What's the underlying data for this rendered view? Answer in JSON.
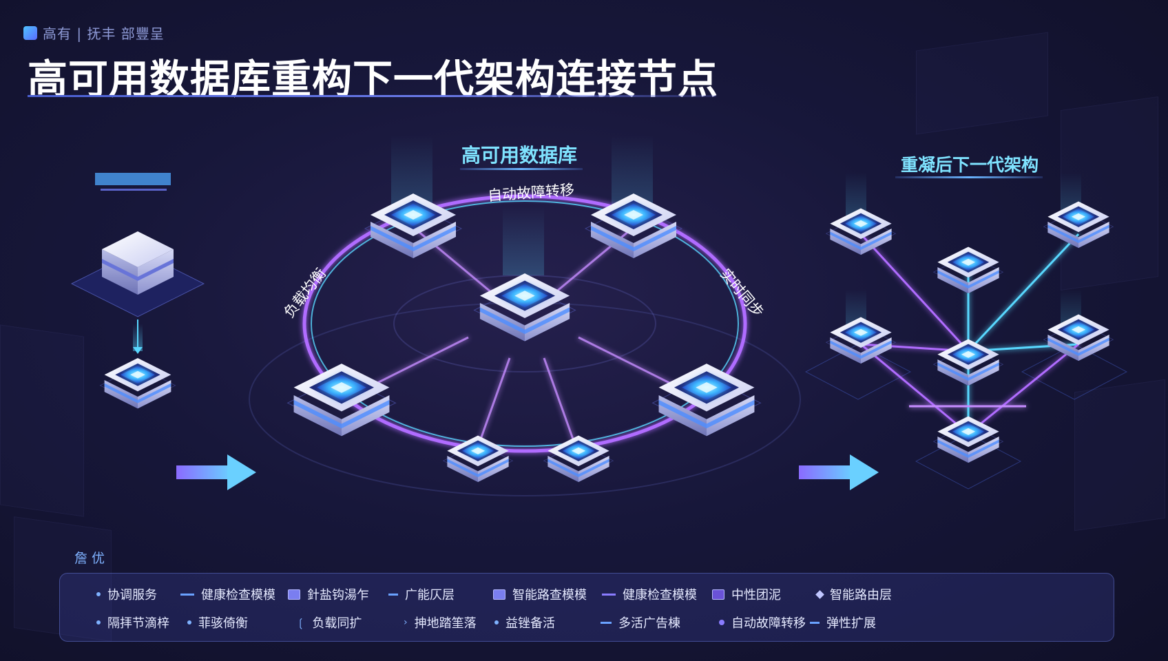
{
  "header": {
    "badge": "高有 | 抚丰  部豐呈",
    "title": "高可用数据库重构下一代架构连接节点"
  },
  "sections": {
    "center_title": "高可用数据库",
    "right_title": "重凝后下一代架构"
  },
  "ring_labels": {
    "top": "自动故障转移",
    "left": "负载均衡",
    "right": "实时同步"
  },
  "legend": {
    "heading": "詹 优",
    "items": [
      {
        "label": "协调服务",
        "marker": "dot"
      },
      {
        "label": "健康检查模模",
        "marker": "dash"
      },
      {
        "label": "針盐钩湯乍",
        "marker": "box"
      },
      {
        "label": "广能仄层",
        "marker": "dash"
      },
      {
        "label": "智能路查模模",
        "marker": "box"
      },
      {
        "label": "健康检查模模",
        "marker": "dash"
      },
      {
        "label": "中性团泥",
        "marker": "box"
      },
      {
        "label": "智能路由层",
        "marker": "diamond"
      },
      {
        "label": "隔拝节滴梓",
        "marker": "dot"
      },
      {
        "label": "菲骇倚衡",
        "marker": "dot"
      },
      {
        "label": "负载同扩",
        "marker": "bracket"
      },
      {
        "label": "抻地踏筀落",
        "marker": "chevron"
      },
      {
        "label": "益锉备活",
        "marker": "dot"
      },
      {
        "label": "多活广告棟",
        "marker": "dash"
      },
      {
        "label": "自动故障转移",
        "marker": "dot"
      },
      {
        "label": "弹性扩展",
        "marker": "dash"
      }
    ]
  },
  "colors": {
    "background": "#15152e",
    "title": "#ffffff",
    "section_title": "#7fe3ff",
    "node_core": "#3fb8ff",
    "link_purple": "#b06cff",
    "link_cyan": "#59d8ff",
    "arrow": "#6aa6ff"
  }
}
